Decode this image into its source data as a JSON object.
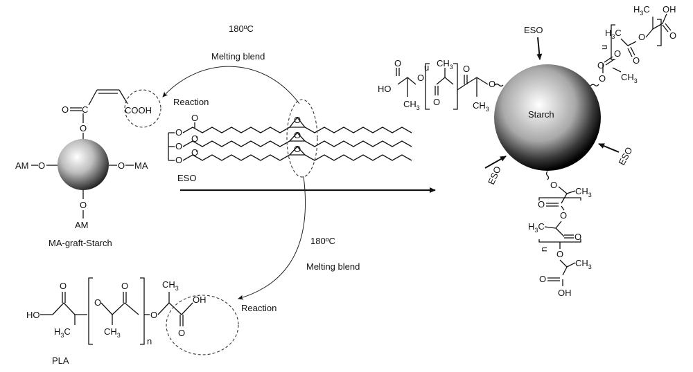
{
  "diagram": {
    "temperature": "180ºC",
    "melting_blend": "Melting blend",
    "reaction": "Reaction",
    "eso": "ESO",
    "ma_graft_starch": "MA-graft-Starch",
    "pla": "PLA",
    "starch": "Starch",
    "am": "AM",
    "ma": "MA",
    "cooh": "COOH",
    "oh": "OH",
    "ho": "HO",
    "ch3": "CH",
    "h3c": "H",
    "c": "C",
    "sub3": "3",
    "o": "O",
    "n": "n",
    "u": "u"
  }
}
